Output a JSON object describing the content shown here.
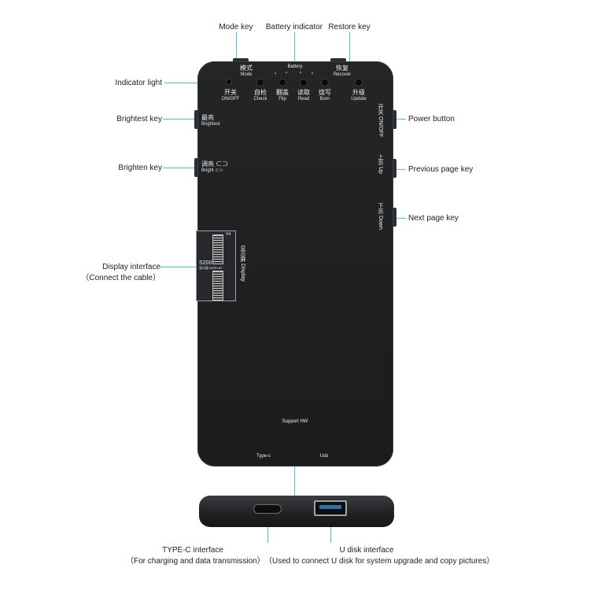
{
  "labels": {
    "mode_key": "Mode key",
    "battery_indicator": "Battery indicator",
    "restore_key": "Restore key",
    "indicator_light": "Indicator light",
    "brightest_key": "Brightest key",
    "brighten_key": "Brighten key",
    "display_interface": "Display interface",
    "display_interface_note": "（Connect the cable）",
    "power_button": "Power button",
    "previous_page_key": "Previous page key",
    "next_page_key": "Next page key",
    "typec_interface": "TYPE-C interface",
    "typec_note": "（For charging and data transmission）",
    "udisk_interface": "U disk interface",
    "udisk_note": "（Used to connect U disk for system upgrade and copy pictures）"
  },
  "device": {
    "mode_cn": "模式",
    "mode_en": "Mode",
    "battery": "Battery",
    "recover_cn": "恢复",
    "recover_en": "Recover",
    "onoff_cn": "开关",
    "onoff_en": "ON/OFF",
    "check_cn": "自检",
    "check_en": "Check",
    "flip_cn": "翻盖",
    "flip_en": "Flip",
    "read_cn": "读取",
    "read_en": "Read",
    "burn_cn": "烧写",
    "burn_en": "Burn",
    "update_cn": "升级",
    "update_en": "Update",
    "brightest_cn": "最亮",
    "brightest_en": "Brightest",
    "bright_cn": "调亮 ⊂⊃",
    "bright_en": "Bright ⊂⊃",
    "right_onoff": "开关 ON/OFF",
    "right_up": "上页 Up",
    "right_down": "下页 Down",
    "display_vertical": "显示屏 Display",
    "conn_model": "S200",
    "conn_sub": "显示屏 DISPLAY",
    "conn_v": "V4",
    "support": "Support HW",
    "typec": "Type-c",
    "usb": "Usb"
  },
  "colors": {
    "callout_line": "#3ecbd8",
    "device_body": "#1e1f21",
    "usb_tongue": "#2b72b0"
  }
}
